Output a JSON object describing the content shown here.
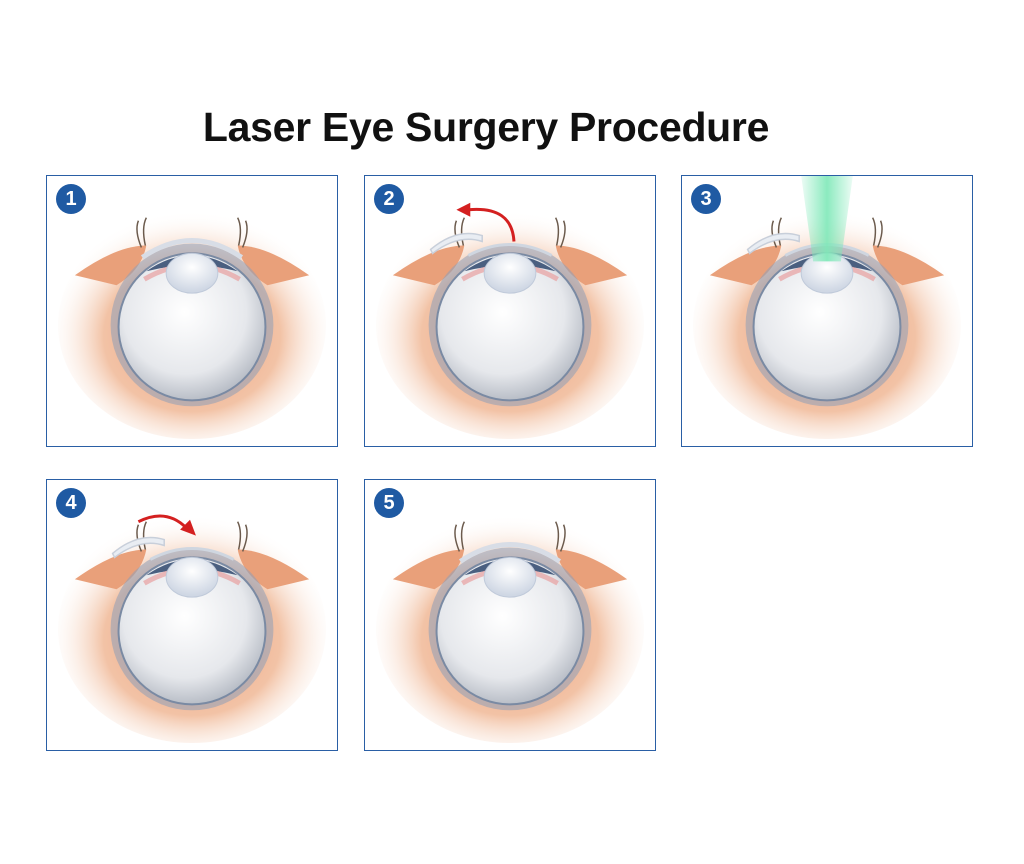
{
  "title": "Laser Eye Surgery Procedure",
  "colors": {
    "border": "#2a5fa5",
    "badge": "#1f5aa3",
    "arrow": "#d42020",
    "laser": "#7ee8b8",
    "skin": "#f0b896"
  },
  "steps": [
    {
      "number": "1",
      "flap": "closed",
      "arrow": "none",
      "laser": false
    },
    {
      "number": "2",
      "flap": "lifted",
      "arrow": "left",
      "laser": false
    },
    {
      "number": "3",
      "flap": "lifted",
      "arrow": "none",
      "laser": true
    },
    {
      "number": "4",
      "flap": "lifted",
      "arrow": "right",
      "laser": false
    },
    {
      "number": "5",
      "flap": "closed",
      "arrow": "none",
      "laser": false
    }
  ]
}
